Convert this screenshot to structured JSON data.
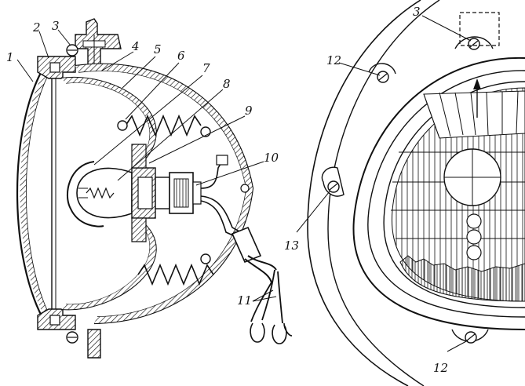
{
  "figure": {
    "left_view": "headlamp-cross-section",
    "right_view": "headlamp-front-view"
  },
  "callouts": {
    "c1": "1",
    "c2": "2",
    "c3": "3",
    "c4": "4",
    "c5": "5",
    "c6": "6",
    "c7": "7",
    "c8": "8",
    "c9": "9",
    "c10": "10",
    "c11": "11",
    "c12a": "12",
    "c12b": "12",
    "c13": "13",
    "c3r": "3"
  },
  "colors": {
    "ink": "#111111",
    "paper": "#ffffff"
  }
}
